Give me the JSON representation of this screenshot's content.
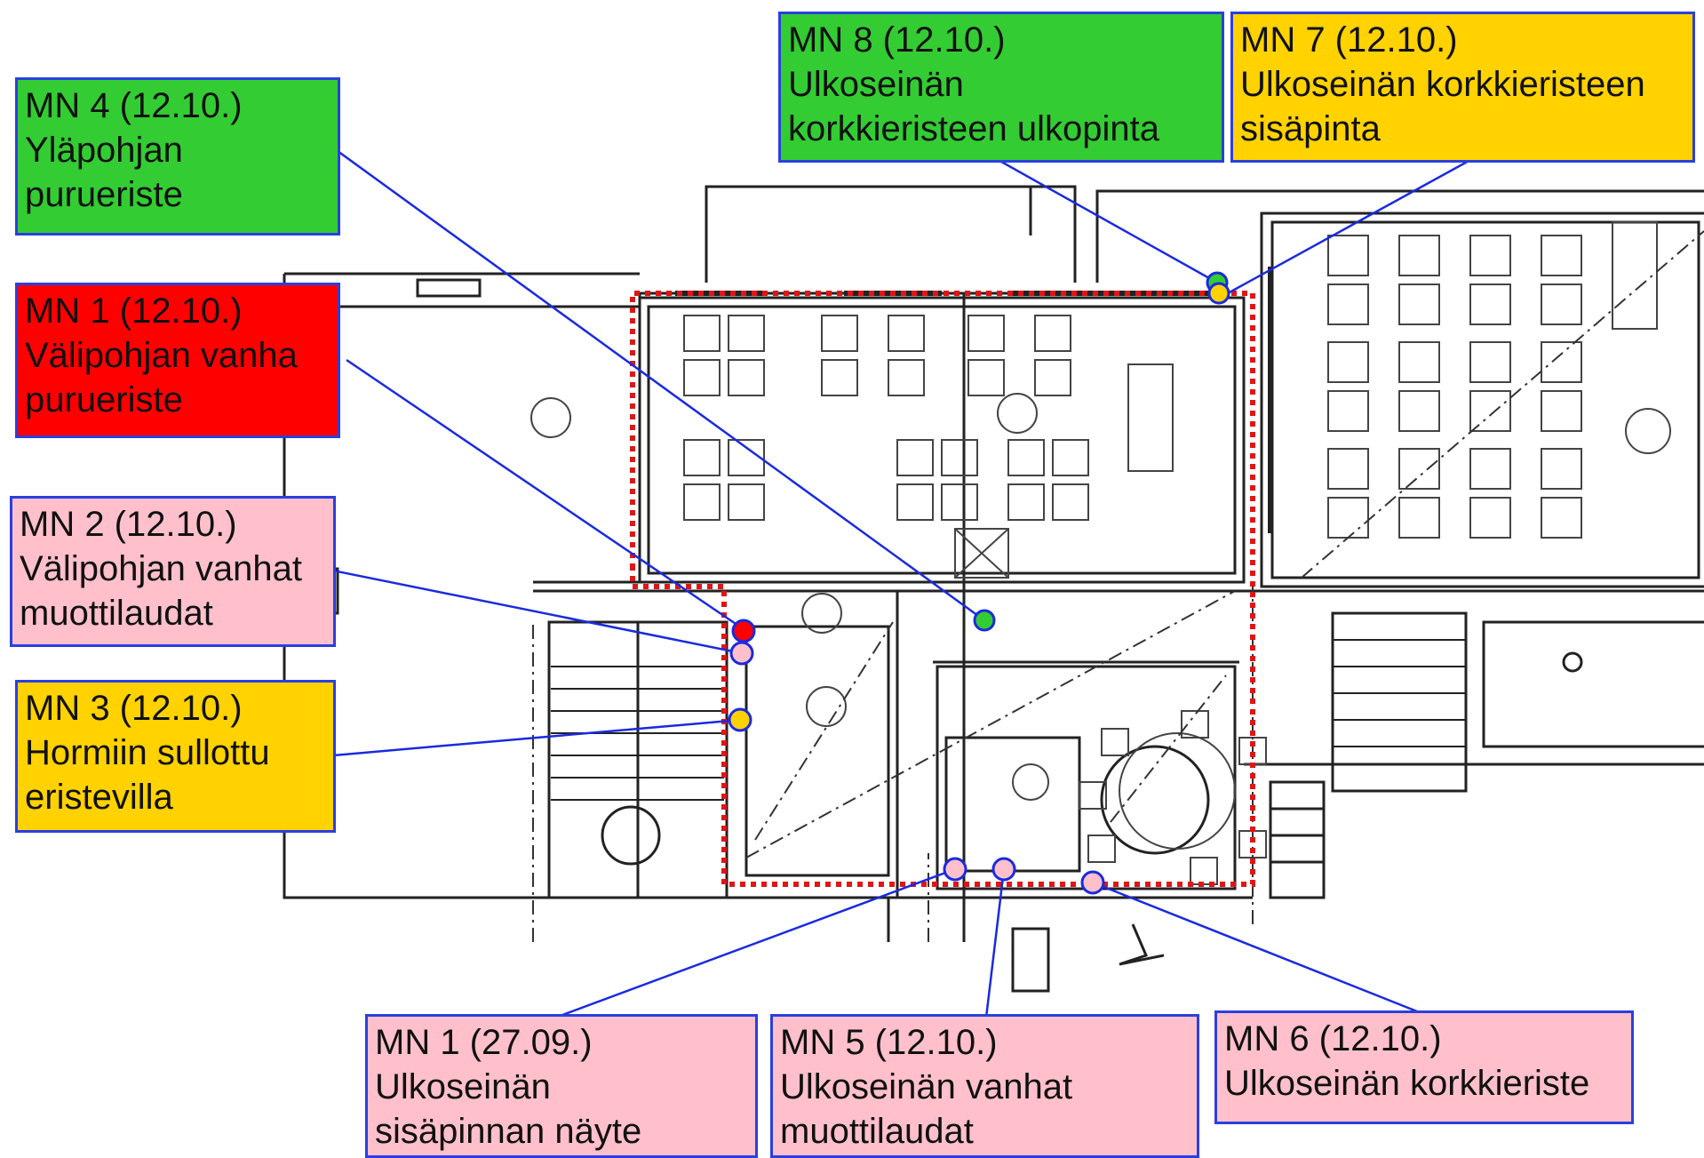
{
  "colors": {
    "green": "#33cc33",
    "red": "#ff0000",
    "pink": "#ffc0cb",
    "yellow": "#ffd200",
    "border": "#2a3fe0",
    "leader": "#1a2ae0"
  },
  "samples": [
    {
      "id": "mn8",
      "title": "MN 8 (12.10.)",
      "lines": [
        "Ulkoseinän",
        "korkkieristeen ulkopinta"
      ],
      "color": "#33cc33"
    },
    {
      "id": "mn7",
      "title": "MN 7 (12.10.)",
      "lines": [
        "Ulkoseinän korkkieristeen",
        "sisäpinta"
      ],
      "color": "#ffd200"
    },
    {
      "id": "mn4",
      "title": "MN 4 (12.10.)",
      "lines": [
        "Yläpohjan",
        "purueriste"
      ],
      "color": "#33cc33"
    },
    {
      "id": "mn1a",
      "title": "MN 1 (12.10.)",
      "lines": [
        "Välipohjan vanha",
        "purueriste"
      ],
      "color": "#ff0000"
    },
    {
      "id": "mn2",
      "title": "MN 2 (12.10.)",
      "lines": [
        "Välipohjan vanhat",
        "muottilaudat"
      ],
      "color": "#ffc0cb"
    },
    {
      "id": "mn3",
      "title": "MN 3 (12.10.)",
      "lines": [
        "Hormiin sullottu",
        "eristevilla"
      ],
      "color": "#ffd200"
    },
    {
      "id": "mn1b",
      "title": "MN 1 (27.09.)",
      "lines": [
        "Ulkoseinän",
        "sisäpinnan näyte"
      ],
      "color": "#ffc0cb"
    },
    {
      "id": "mn5",
      "title": "MN 5 (12.10.)",
      "lines": [
        "Ulkoseinän vanhat",
        "muottilaudat"
      ],
      "color": "#ffc0cb"
    },
    {
      "id": "mn6",
      "title": "MN 6 (12.10.)",
      "lines": [
        "Ulkoseinän korkkieriste"
      ],
      "color": "#ffc0cb"
    }
  ]
}
